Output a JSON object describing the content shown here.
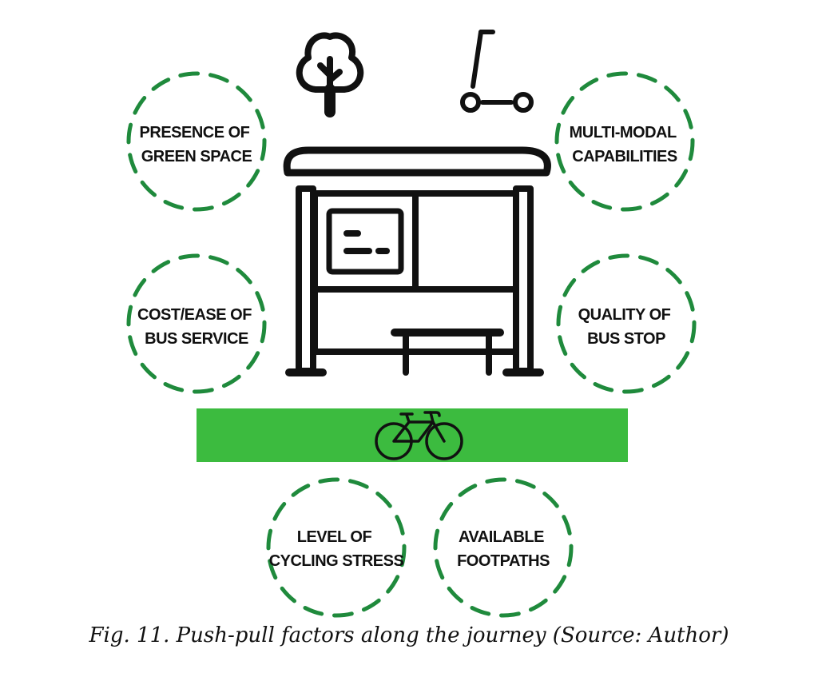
{
  "factors": [
    {
      "id": "green-space",
      "lines": [
        "PRESENCE OF",
        "GREEN SPACE"
      ]
    },
    {
      "id": "multi-modal",
      "lines": [
        "MULTI-MODAL",
        "CAPABILITIES"
      ]
    },
    {
      "id": "cost-ease",
      "lines": [
        "COST/EASE OF",
        "BUS SERVICE"
      ]
    },
    {
      "id": "quality-bus-stop",
      "lines": [
        "QUALITY OF",
        "BUS STOP"
      ]
    },
    {
      "id": "cycling-stress",
      "lines": [
        "LEVEL OF",
        "CYCLING STRESS"
      ]
    },
    {
      "id": "footpaths",
      "lines": [
        "AVAILABLE",
        "FOOTPATHS"
      ]
    }
  ],
  "icons": [
    "tree-icon",
    "scooter-icon",
    "bus-shelter-icon",
    "bicycle-icon"
  ],
  "colors": {
    "accent_green": "#3cbb3f",
    "dash_green": "#1f8a3c",
    "ink": "#111111"
  },
  "caption": "Fig. 11. Push-pull factors along the journey (Source: Author)"
}
